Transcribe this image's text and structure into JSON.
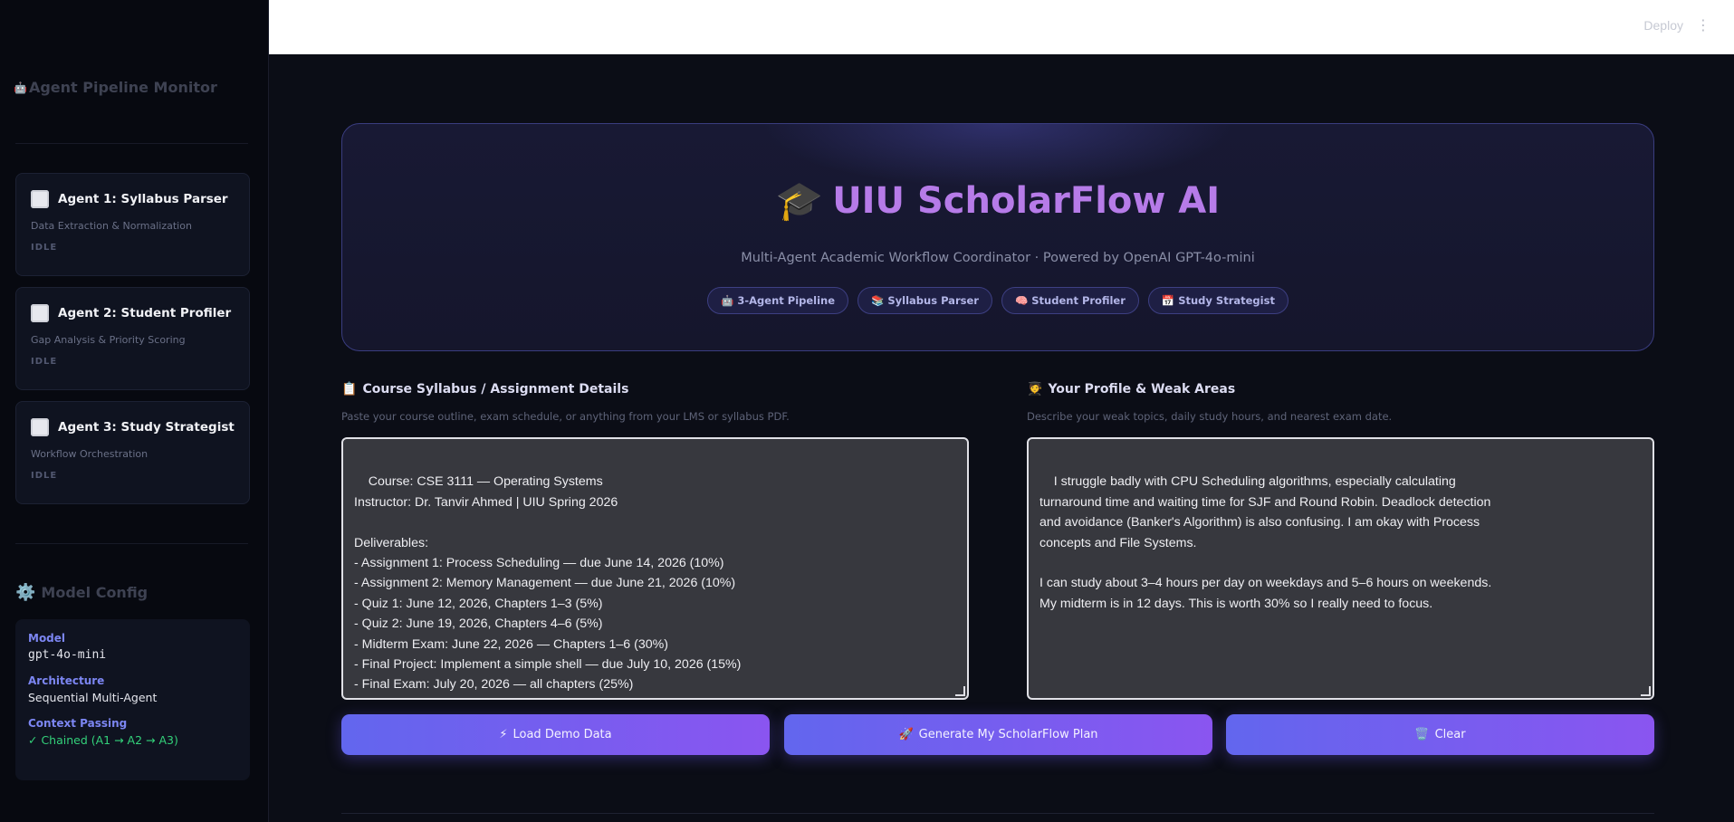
{
  "sidebar": {
    "title": "Agent Pipeline Monitor",
    "agents": [
      {
        "name": "Agent 1: Syllabus Parser",
        "subtitle": "Data Extraction & Normalization",
        "status": "IDLE"
      },
      {
        "name": "Agent 2: Student Profiler",
        "subtitle": "Gap Analysis & Priority Scoring",
        "status": "IDLE"
      },
      {
        "name": "Agent 3: Study Strategist",
        "subtitle": "Workflow Orchestration",
        "status": "IDLE"
      }
    ],
    "config": {
      "title": "Model Config",
      "model_label": "Model",
      "model_value": "gpt-4o-mini",
      "arch_label": "Architecture",
      "arch_value": "Sequential Multi-Agent",
      "ctx_label": "Context Passing",
      "ctx_value": "✓ Chained (A1 → A2 → A3)"
    }
  },
  "topbar": {
    "deploy_label": "Deploy"
  },
  "hero": {
    "title": "UIU ScholarFlow AI",
    "subtitle": "Multi-Agent Academic Workflow Coordinator  ·  Powered by OpenAI GPT-4o-mini",
    "chips": [
      {
        "icon": "🤖",
        "label": "3-Agent Pipeline"
      },
      {
        "icon": "📚",
        "label": "Syllabus Parser"
      },
      {
        "icon": "🧠",
        "label": "Student Profiler"
      },
      {
        "icon": "📅",
        "label": "Study Strategist"
      }
    ]
  },
  "syllabus": {
    "icon": "📋",
    "title": "Course Syllabus / Assignment Details",
    "hint": "Paste your course outline, exam schedule, or anything from your LMS or syllabus PDF.",
    "value": "Course: CSE 3111 — Operating Systems\nInstructor: Dr. Tanvir Ahmed | UIU Spring 2026\n\nDeliverables:\n- Assignment 1: Process Scheduling — due June 14, 2026 (10%)\n- Assignment 2: Memory Management — due June 21, 2026 (10%)\n- Quiz 1: June 12, 2026, Chapters 1–3 (5%)\n- Quiz 2: June 19, 2026, Chapters 4–6 (5%)\n- Midterm Exam: June 22, 2026 — Chapters 1–6 (30%)\n- Final Project: Implement a simple shell — due July 10, 2026 (15%)\n- Final Exam: July 20, 2026 — all chapters (25%)"
  },
  "profile": {
    "icon": "🧑‍🎓",
    "title": "Your Profile & Weak Areas",
    "hint": "Describe your weak topics, daily study hours, and nearest exam date.",
    "value": "I struggle badly with CPU Scheduling algorithms, especially calculating\nturnaround time and waiting time for SJF and Round Robin. Deadlock detection\nand avoidance (Banker's Algorithm) is also confusing. I am okay with Process\nconcepts and File Systems.\n\nI can study about 3–4 hours per day on weekdays and 5–6 hours on weekends.\nMy midterm is in 12 days. This is worth 30% so I really need to focus."
  },
  "buttons": {
    "load_demo": {
      "icon": "⚡",
      "label": "Load Demo Data"
    },
    "generate": {
      "icon": "🚀",
      "label": "Generate My ScholarFlow Plan"
    },
    "clear": {
      "icon": "🗑️",
      "label": "Clear"
    }
  }
}
